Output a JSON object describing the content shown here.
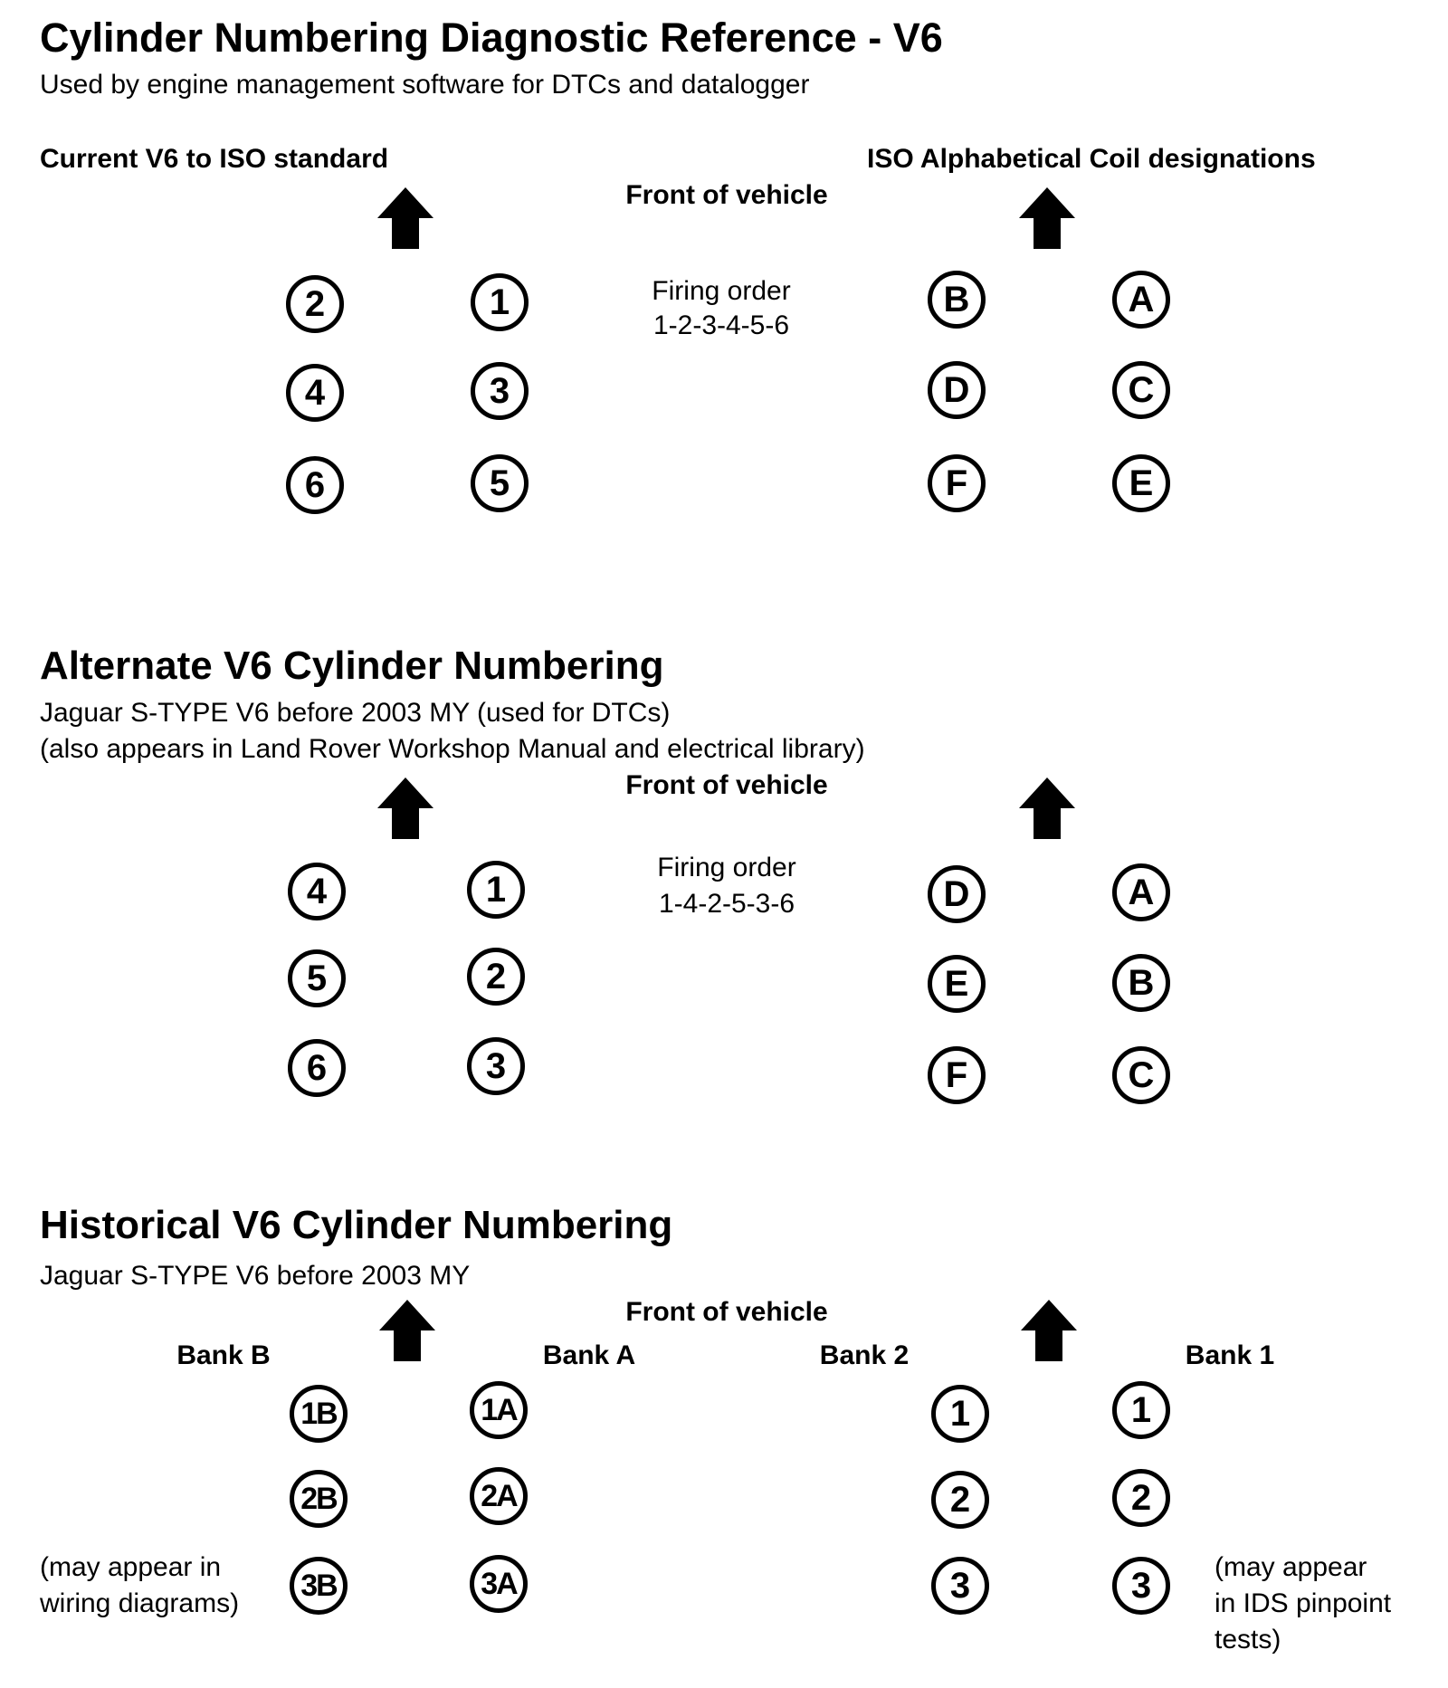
{
  "title": "Cylinder Numbering Diagnostic Reference - V6",
  "subtitle": "Used by engine management software for DTCs and datalogger",
  "sections": [
    {
      "left_heading": "Current V6 to ISO standard",
      "right_heading": "ISO Alphabetical Coil designations",
      "front_label": "Front of vehicle",
      "firing_order_label": "Firing order",
      "firing_order": "1-2-3-4-5-6",
      "left_numbers": {
        "left_col": [
          "2",
          "4",
          "6"
        ],
        "right_col": [
          "1",
          "3",
          "5"
        ]
      },
      "right_letters": {
        "left_col": [
          "B",
          "D",
          "F"
        ],
        "right_col": [
          "A",
          "C",
          "E"
        ]
      }
    },
    {
      "heading": "Alternate V6 Cylinder Numbering",
      "line1": "Jaguar S-TYPE V6 before 2003 MY (used for DTCs)",
      "line2": "(also appears in Land Rover Workshop Manual and electrical library)",
      "front_label": "Front of vehicle",
      "firing_order_label": "Firing order",
      "firing_order": "1-4-2-5-3-6",
      "left_numbers": {
        "left_col": [
          "4",
          "5",
          "6"
        ],
        "right_col": [
          "1",
          "2",
          "3"
        ]
      },
      "right_letters": {
        "left_col": [
          "D",
          "E",
          "F"
        ],
        "right_col": [
          "A",
          "B",
          "C"
        ]
      }
    },
    {
      "heading": "Historical V6 Cylinder Numbering",
      "line1": "Jaguar S-TYPE V6 before 2003 MY",
      "front_label": "Front of vehicle",
      "bank_b": "Bank B",
      "bank_a": "Bank A",
      "bank_2": "Bank 2",
      "bank_1": "Bank 1",
      "left_banks": {
        "left_col": [
          "1B",
          "2B",
          "3B"
        ],
        "right_col": [
          "1A",
          "2A",
          "3A"
        ]
      },
      "right_banks": {
        "left_col": [
          "1",
          "2",
          "3"
        ],
        "right_col": [
          "1",
          "2",
          "3"
        ]
      },
      "note_left_1": "(may appear in",
      "note_left_2": "wiring diagrams)",
      "note_right_1": "(may appear",
      "note_right_2": "in IDS pinpoint",
      "note_right_3": "tests)"
    }
  ]
}
